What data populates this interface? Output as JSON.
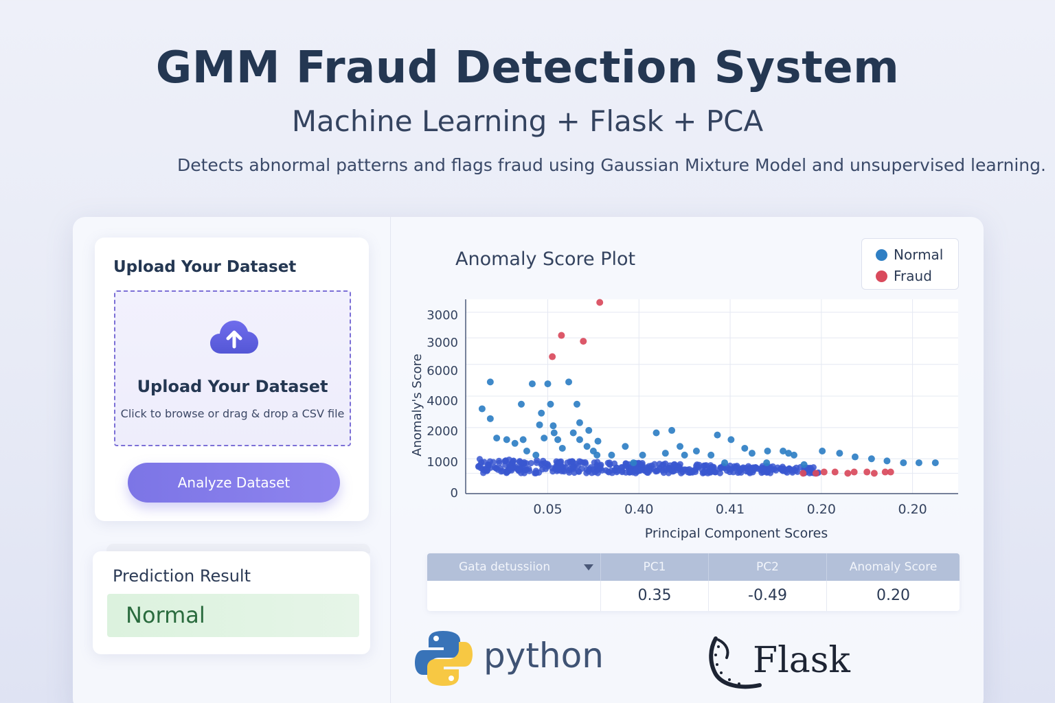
{
  "hero": {
    "title": "GMM Fraud Detection System",
    "subtitle": "Machine Learning + Flask + PCA",
    "description": "Detects abnormal patterns and flags fraud using Gaussian Mixture Model and unsupervised learning."
  },
  "upload": {
    "card_title": "Upload Your Dataset",
    "icon": "cloud-upload-icon",
    "dropzone_title": "Upload Your Dataset",
    "dropzone_hint": "Click to browse or drag & drop a CSV file",
    "analyze_label": "Analyze Dataset"
  },
  "prediction": {
    "label": "Prediction Result",
    "value": "Normal"
  },
  "colors": {
    "normal": "#2f7fc4",
    "normal_dense": "#3a57d0",
    "fraud": "#d94a5c",
    "accent": "#7c75e6"
  },
  "chart_data": {
    "type": "scatter",
    "title": "Anomaly Score Plot",
    "xlabel": "Principal Component Scores",
    "ylabel": "Anomaly's Score",
    "x_tick_labels": [
      "0.05",
      "0.40",
      "0.41",
      "0.20",
      "0.20"
    ],
    "y_tick_labels": [
      "0",
      "1000",
      "2000",
      "4000",
      "6000",
      "3000",
      "3000"
    ],
    "xlim": [
      0,
      5.4
    ],
    "ylim": [
      0,
      6.3
    ],
    "grid": true,
    "legend": "top-right",
    "series": [
      {
        "name": "Normal",
        "color": "#2f7fc4",
        "points": [
          [
            0.18,
            2.75
          ],
          [
            0.27,
            3.62
          ],
          [
            0.27,
            2.43
          ],
          [
            0.34,
            1.8
          ],
          [
            0.45,
            1.75
          ],
          [
            0.54,
            1.63
          ],
          [
            0.63,
            1.75
          ],
          [
            0.67,
            1.38
          ],
          [
            0.73,
            3.56
          ],
          [
            0.61,
            2.9
          ],
          [
            0.81,
            2.23
          ],
          [
            0.86,
            1.8
          ],
          [
            0.9,
            3.56
          ],
          [
            0.77,
            1.25
          ],
          [
            0.83,
            2.61
          ],
          [
            0.93,
            2.9
          ],
          [
            0.97,
            1.97
          ],
          [
            0.96,
            2.2
          ],
          [
            1.01,
            1.75
          ],
          [
            1.13,
            3.62
          ],
          [
            1.06,
            1.47
          ],
          [
            1.18,
            1.97
          ],
          [
            1.22,
            2.9
          ],
          [
            1.25,
            1.75
          ],
          [
            1.25,
            2.3
          ],
          [
            1.35,
            2.05
          ],
          [
            1.33,
            1.53
          ],
          [
            1.4,
            1.38
          ],
          [
            1.45,
            1.7
          ],
          [
            1.44,
            1.25
          ],
          [
            1.6,
            1.25
          ],
          [
            1.75,
            1.53
          ],
          [
            1.84,
            1.0
          ],
          [
            1.94,
            1.25
          ],
          [
            2.09,
            1.97
          ],
          [
            2.26,
            2.05
          ],
          [
            2.19,
            1.31
          ],
          [
            2.35,
            1.53
          ],
          [
            2.4,
            1.25
          ],
          [
            2.53,
            1.38
          ],
          [
            2.69,
            1.25
          ],
          [
            2.84,
            1.0
          ],
          [
            2.76,
            1.9
          ],
          [
            2.91,
            1.75
          ],
          [
            3.06,
            1.47
          ],
          [
            3.14,
            1.31
          ],
          [
            3.31,
            1.38
          ],
          [
            3.3,
            1.0
          ],
          [
            3.48,
            1.38
          ],
          [
            3.54,
            1.31
          ],
          [
            3.6,
            1.25
          ],
          [
            3.71,
            0.94
          ],
          [
            3.91,
            1.38
          ],
          [
            4.1,
            1.31
          ],
          [
            4.27,
            1.19
          ],
          [
            4.45,
            1.13
          ],
          [
            4.62,
            1.06
          ],
          [
            4.8,
            1.0
          ],
          [
            4.97,
            1.0
          ],
          [
            5.15,
            1.0
          ]
        ]
      },
      {
        "name": "Fraud",
        "color": "#d94a5c",
        "points": [
          [
            1.47,
            6.2
          ],
          [
            1.05,
            5.13
          ],
          [
            1.29,
            4.94
          ],
          [
            0.95,
            4.44
          ],
          [
            3.7,
            0.66
          ],
          [
            3.84,
            0.66
          ],
          [
            3.93,
            0.7
          ],
          [
            4.05,
            0.7
          ],
          [
            4.19,
            0.66
          ],
          [
            4.26,
            0.7
          ],
          [
            4.4,
            0.7
          ],
          [
            4.48,
            0.66
          ],
          [
            4.6,
            0.7
          ],
          [
            4.66,
            0.7
          ]
        ]
      }
    ],
    "dense_band": {
      "series": "Normal",
      "x_range": [
        0.14,
        3.9
      ],
      "y_range": [
        0.66,
        1.13
      ]
    }
  },
  "table": {
    "columns": [
      "Gata detussiion",
      "PC1",
      "PC2",
      "Anomaly Score"
    ],
    "rows": [
      [
        "",
        "0.35",
        "-0.49",
        "0.20"
      ]
    ]
  },
  "logos": {
    "python_text": "python",
    "flask_text": "Flask"
  }
}
